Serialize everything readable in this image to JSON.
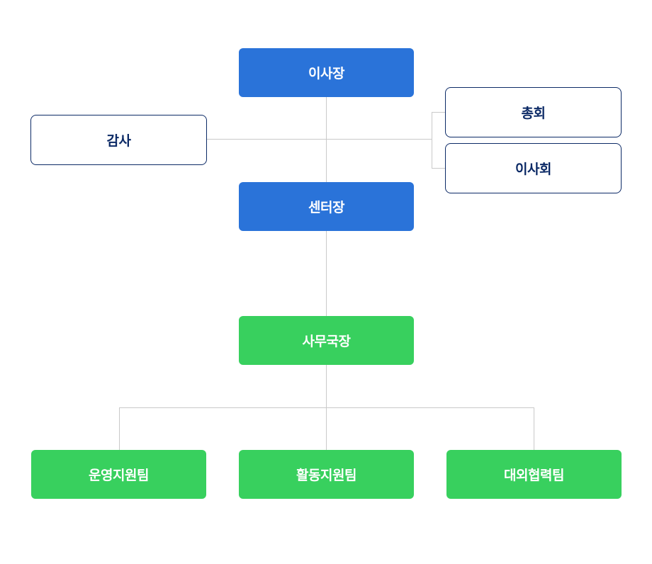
{
  "org": {
    "chairman": "이사장",
    "director": "센터장",
    "secretary_general": "사무국장",
    "audit": "감사",
    "general_assembly": "총회",
    "board": "이사회",
    "teams": [
      "운영지원팀",
      "활동지원팀",
      "대외협력팀"
    ]
  },
  "colors": {
    "primary_blue": "#2a73d9",
    "team_green": "#38d05e",
    "outline_navy": "#0c2a66",
    "connector_gray": "#c9c9c9"
  }
}
